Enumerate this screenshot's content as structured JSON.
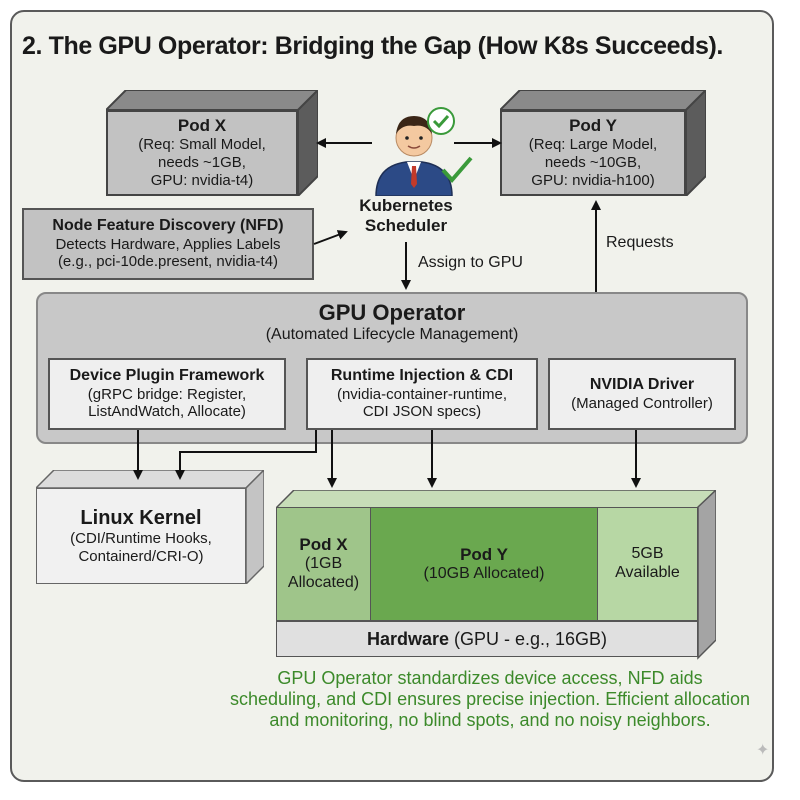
{
  "title": "2. The GPU Operator: Bridging the Gap (How K8s Succeeds).",
  "pod_x": {
    "name": "Pod X",
    "l1": "(Req: Small Model,",
    "l2": "needs ~1GB,",
    "l3": "GPU: nvidia-t4)"
  },
  "pod_y": {
    "name": "Pod Y",
    "l1": "(Req: Large Model,",
    "l2": "needs ~10GB,",
    "l3": "GPU: nvidia-h100)"
  },
  "scheduler": {
    "l1": "Kubernetes",
    "l2": "Scheduler",
    "icon": "person-icon",
    "check_color": "#3a9a3a"
  },
  "nfd": {
    "title": "Node Feature Discovery (NFD)",
    "l1": "Detects Hardware, Applies Labels",
    "l2": "(e.g., pci-10de.present, nvidia-t4)"
  },
  "labels": {
    "requests": "Requests",
    "assign": "Assign to GPU"
  },
  "operator": {
    "title": "GPU Operator",
    "subtitle": "(Automated Lifecycle Management)",
    "dpf": {
      "title": "Device Plugin Framework",
      "l1": "(gRPC bridge: Register,",
      "l2": "ListAndWatch, Allocate)"
    },
    "rt": {
      "title": "Runtime Injection & CDI",
      "l1": "(nvidia-container-runtime,",
      "l2": "CDI JSON specs)"
    },
    "drv": {
      "title": "NVIDIA Driver",
      "l1": "(Managed Controller)"
    }
  },
  "kernel": {
    "title": "Linux Kernel",
    "l1": "(CDI/Runtime Hooks,",
    "l2": "Containerd/CRI-O)"
  },
  "gpu": {
    "pod_x": {
      "title": "Pod X",
      "l1": "(1GB",
      "l2": "Allocated)"
    },
    "pod_y": {
      "title": "Pod Y",
      "l1": "(10GB Allocated)"
    },
    "avail": {
      "l1": "5GB",
      "l2": "Available"
    },
    "hardware_bold": "Hardware",
    "hardware_rest": " (GPU - e.g., 16GB)",
    "colors": {
      "pod_x": "#9fc58a",
      "pod_y": "#6aa84f",
      "avail": "#b7d7a4"
    }
  },
  "footer": {
    "l1": "GPU Operator standardizes device access, NFD aids",
    "l2": "scheduling, and CDI ensures precise injection. Efficient allocation",
    "l3": "and monitoring, no blind spots, and no noisy neighbors."
  }
}
